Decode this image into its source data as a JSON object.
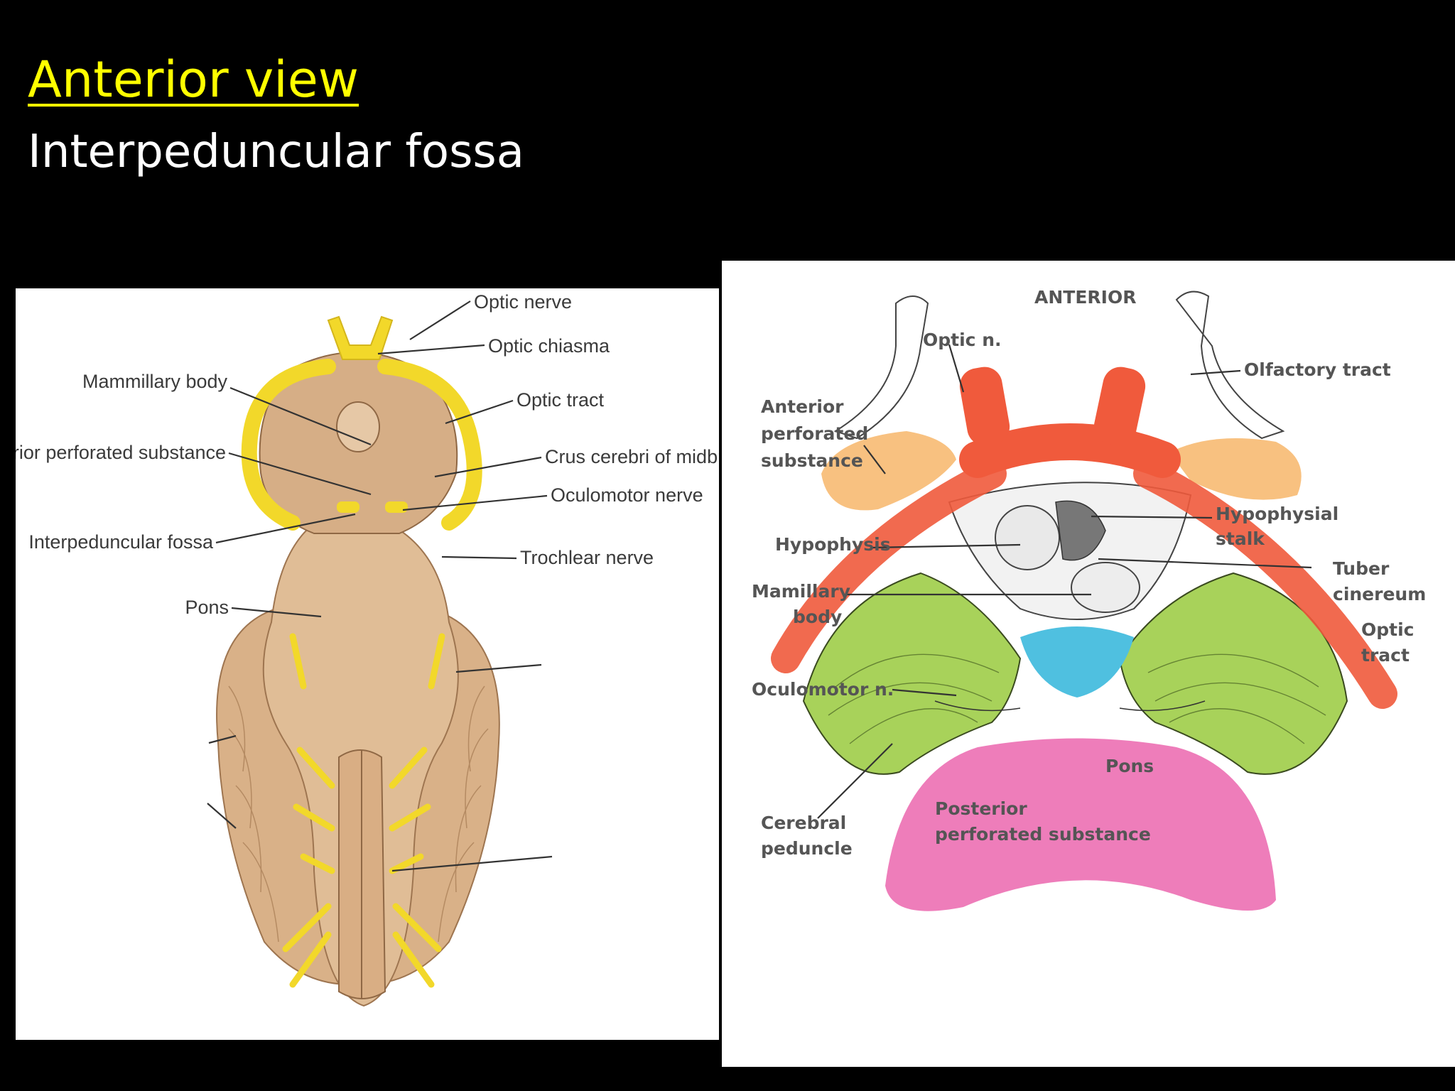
{
  "slide": {
    "title": "Anterior view",
    "subtitle": "Interpeduncular fossa",
    "title_color": "#ffff00",
    "background": "#000000"
  },
  "left_figure": {
    "labels": {
      "optic_nerve": "Optic nerve",
      "optic_chiasma": "Optic chiasma",
      "optic_tract": "Optic tract",
      "crus_cerebri": "Crus cerebri of midbrain",
      "oculomotor_nerve": "Oculomotor nerve",
      "trochlear_nerve": "Trochlear nerve",
      "mammillary_body": "Mammillary body",
      "posterior_perforated_substance": "Posterior perforated substance",
      "interpeduncular_fossa": "Interpeduncular fossa",
      "pons": "Pons"
    },
    "colors": {
      "nerve": "#f2d82a",
      "brainstem": "#dcb58c"
    }
  },
  "right_figure": {
    "labels": {
      "anterior": "ANTERIOR",
      "optic_n": "Optic n.",
      "olfactory_tract": "Olfactory tract",
      "anterior_perforated_1": "Anterior",
      "anterior_perforated_2": "perforated",
      "anterior_perforated_3": "substance",
      "hypophysial_1": "Hypophysial",
      "hypophysial_2": "stalk",
      "hypophysis": "Hypophysis",
      "tuber_1": "Tuber",
      "tuber_2": "cinereum",
      "mamillary_1": "Mamillary",
      "mamillary_2": "body",
      "optic_tract_1": "Optic",
      "optic_tract_2": "tract",
      "oculomotor_n": "Oculomotor n.",
      "pons": "Pons",
      "posterior_perforated_1": "Posterior",
      "posterior_perforated_2": "perforated substance",
      "cerebral_peduncle_1": "Cerebral",
      "cerebral_peduncle_2": "peduncle"
    },
    "colors": {
      "optic_tract": "#f05a3c",
      "anterior_perforated": "#f7b66a",
      "cerebral_peduncle": "#a8d25a",
      "posterior_perforated": "#4fc0e0",
      "pons": "#ec6fb2"
    }
  }
}
